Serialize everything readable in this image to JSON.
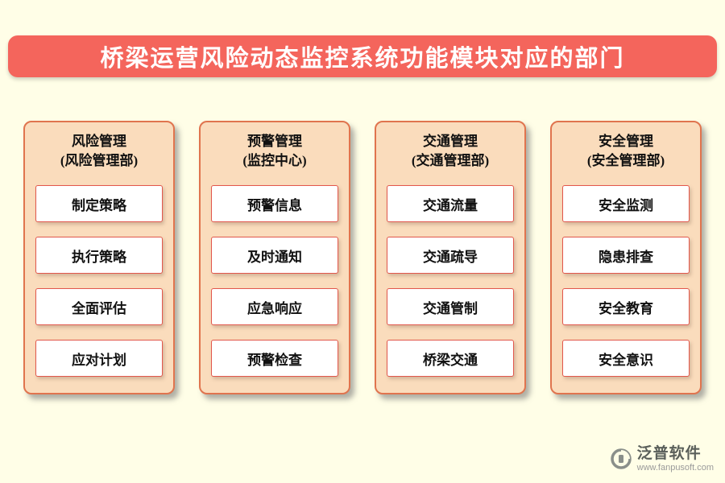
{
  "title": "桥梁运营风险动态监控系统功能模块对应的部门",
  "colors": {
    "page_background": "#FFFEE7",
    "banner_background": "#F4655C",
    "banner_text": "#FFFFFF",
    "panel_background": "#FADCBC",
    "panel_border": "#E0744E",
    "item_border": "#E2574C",
    "item_background": "#FFFFFF",
    "text": "#111111"
  },
  "columns": [
    {
      "title": "风险管理",
      "subtitle": "(风险管理部)",
      "items": [
        "制定策略",
        "执行策略",
        "全面评估",
        "应对计划"
      ]
    },
    {
      "title": "预警管理",
      "subtitle": "(监控中心)",
      "items": [
        "预警信息",
        "及时通知",
        "应急响应",
        "预警检查"
      ]
    },
    {
      "title": "交通管理",
      "subtitle": "(交通管理部)",
      "items": [
        "交通流量",
        "交通疏导",
        "交通管制",
        "桥梁交通"
      ]
    },
    {
      "title": "安全管理",
      "subtitle": "(安全管理部)",
      "items": [
        "安全监测",
        "隐患排查",
        "安全教育",
        "安全意识"
      ]
    }
  ],
  "footer": {
    "brand": "泛普软件",
    "url": "www.fanpusoft.com"
  }
}
